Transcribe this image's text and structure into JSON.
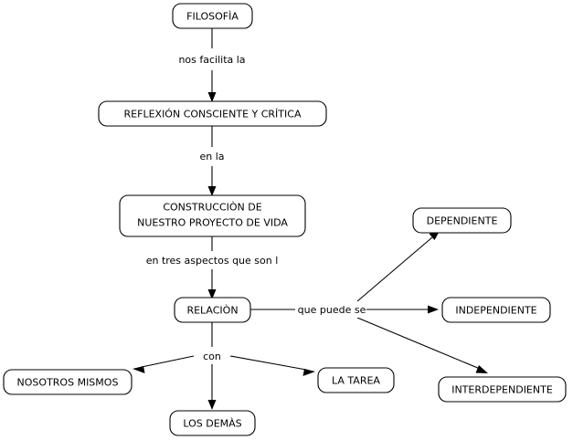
{
  "diagram": {
    "title_node": "FILOSOFÌA",
    "background_color": "#ffffff",
    "line_color": "#000000",
    "text_color": "#000000",
    "nodes": [
      {
        "id": "filosofia",
        "label": "FILOSOFÌA"
      },
      {
        "id": "reflexion",
        "label": "REFLEXIÓN CONSCIENTE Y CRÍTICA"
      },
      {
        "id": "construccion_l1",
        "label": "CONSTRUCCIÒN DE"
      },
      {
        "id": "construccion_l2",
        "label": "NUESTRO PROYECTO DE VIDA"
      },
      {
        "id": "relacion",
        "label": "RELACIÒN"
      },
      {
        "id": "dependiente",
        "label": "DEPENDIENTE"
      },
      {
        "id": "independiente",
        "label": "INDEPENDIENTE"
      },
      {
        "id": "interdependiente",
        "label": "INTERDEPENDIENTE"
      },
      {
        "id": "nosotros",
        "label": "NOSOTROS MISMOS"
      },
      {
        "id": "demas",
        "label": "LOS DEMÀS"
      },
      {
        "id": "tarea",
        "label": "LA TAREA"
      }
    ],
    "edge_labels": [
      {
        "id": "nos_facilita_la",
        "label": "nos facilita la"
      },
      {
        "id": "en_la",
        "label": "en la"
      },
      {
        "id": "en_tres_aspectos",
        "label": "en tres aspectos que son l"
      },
      {
        "id": "que_puede_se",
        "label": "que puede se"
      },
      {
        "id": "con",
        "label": "con"
      }
    ]
  }
}
